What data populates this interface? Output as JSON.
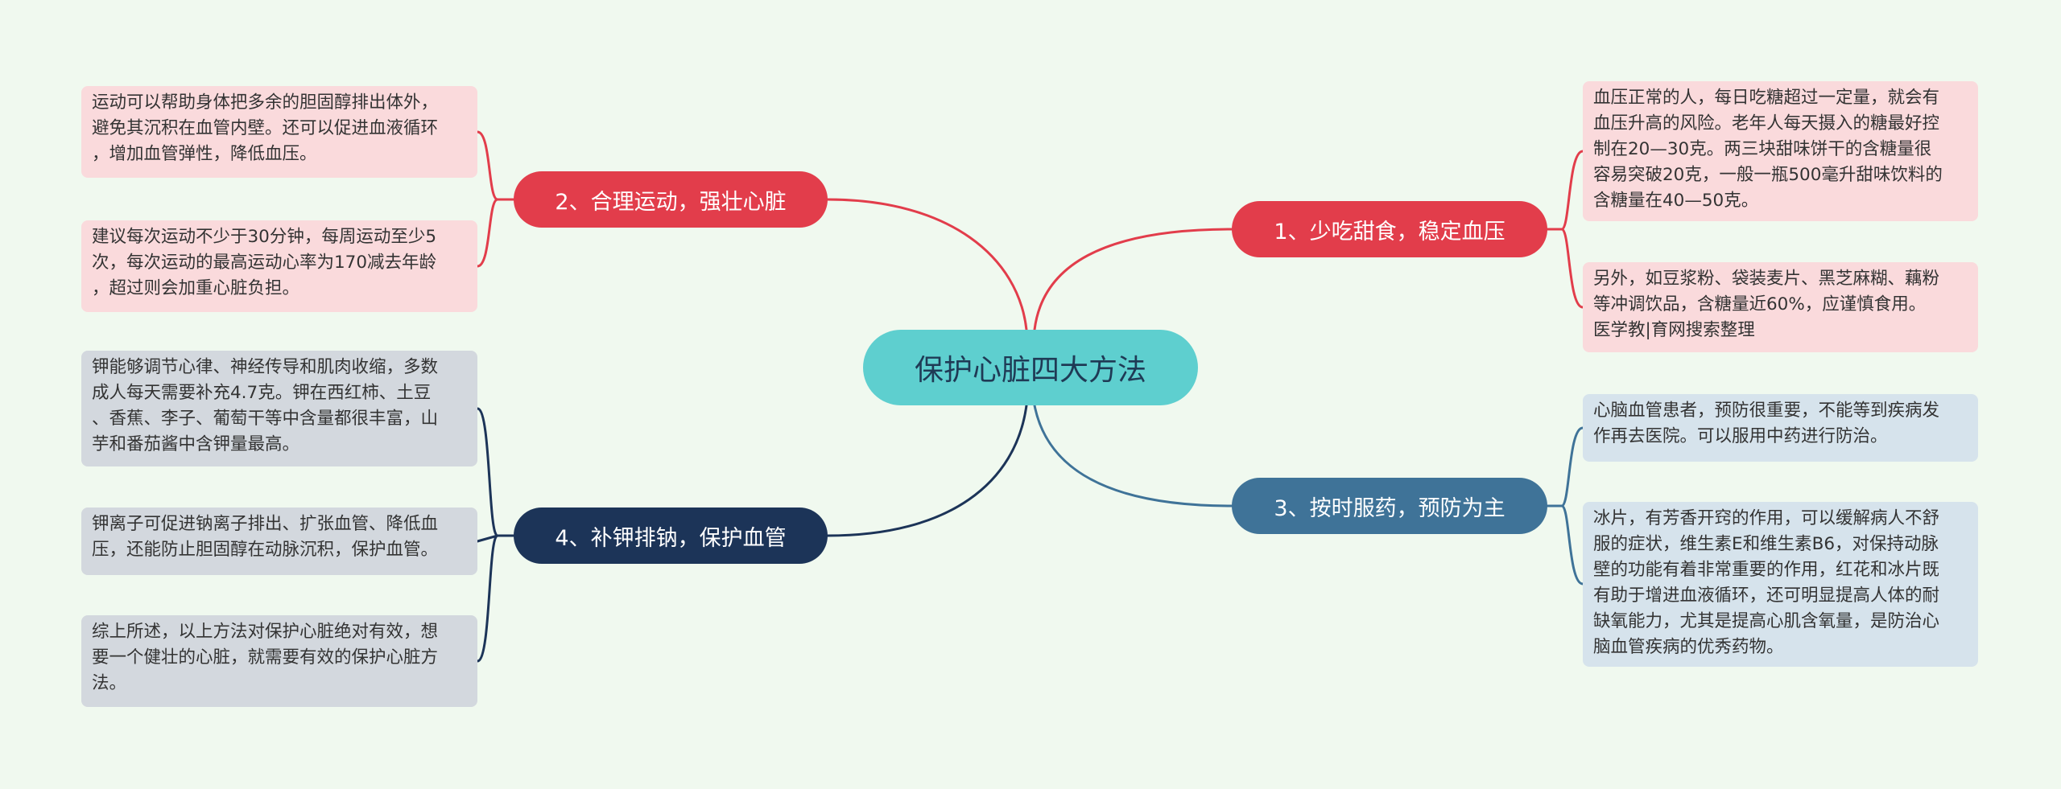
{
  "colors": {
    "background": "#f0f9ef",
    "center": "#5ecfcf",
    "red_branch": "#e23d4b",
    "steelblue_branch": "#3f7398",
    "navy_branch": "#1c3458",
    "leaf_pink": "#fadadc",
    "leaf_blue": "#d6e3ec",
    "leaf_gray": "#d3d8de"
  },
  "center": {
    "title": "保护心脏四大方法"
  },
  "branches": [
    {
      "label": "1、少吃甜食，稳定血压",
      "leaves": [
        "血压正常的人，每日吃糖超过一定量，就会有\n血压升高的风险。老年人每天摄入的糖最好控\n制在20—30克。两三块甜味饼干的含糖量很\n容易突破20克，一般一瓶500毫升甜味饮料的\n含糖量在40—50克。",
        "另外，如豆浆粉、袋装麦片、黑芝麻糊、藕粉\n等冲调饮品，含糖量近60%，应谨慎食用。\n医学教|育网搜索整理"
      ]
    },
    {
      "label": "2、合理运动，强壮心脏",
      "leaves": [
        "运动可以帮助身体把多余的胆固醇排出体外，\n避免其沉积在血管内壁。还可以促进血液循环\n，增加血管弹性，降低血压。",
        "建议每次运动不少于30分钟，每周运动至少5\n次，每次运动的最高运动心率为170减去年龄\n，超过则会加重心脏负担。"
      ]
    },
    {
      "label": "3、按时服药，预防为主",
      "leaves": [
        "心脑血管患者，预防很重要，不能等到疾病发\n作再去医院。可以服用中药进行防治。",
        "冰片，有芳香开窍的作用，可以缓解病人不舒\n服的症状，维生素E和维生素B6，对保持动脉\n壁的功能有着非常重要的作用，红花和冰片既\n有助于增进血液循环，还可明显提高人体的耐\n缺氧能力，尤其是提高心肌含氧量，是防治心\n脑血管疾病的优秀药物。"
      ]
    },
    {
      "label": "4、补钾排钠，保护血管",
      "leaves": [
        "钾能够调节心律、神经传导和肌肉收缩，多数\n成人每天需要补充4.7克。钾在西红柿、土豆\n、香蕉、李子、葡萄干等中含量都很丰富，山\n芋和番茄酱中含钾量最高。",
        "钾离子可促进钠离子排出、扩张血管、降低血\n压，还能防止胆固醇在动脉沉积，保护血管。",
        "综上所述，以上方法对保护心脏绝对有效，想\n要一个健壮的心脏，就需要有效的保护心脏方\n法。"
      ]
    }
  ]
}
